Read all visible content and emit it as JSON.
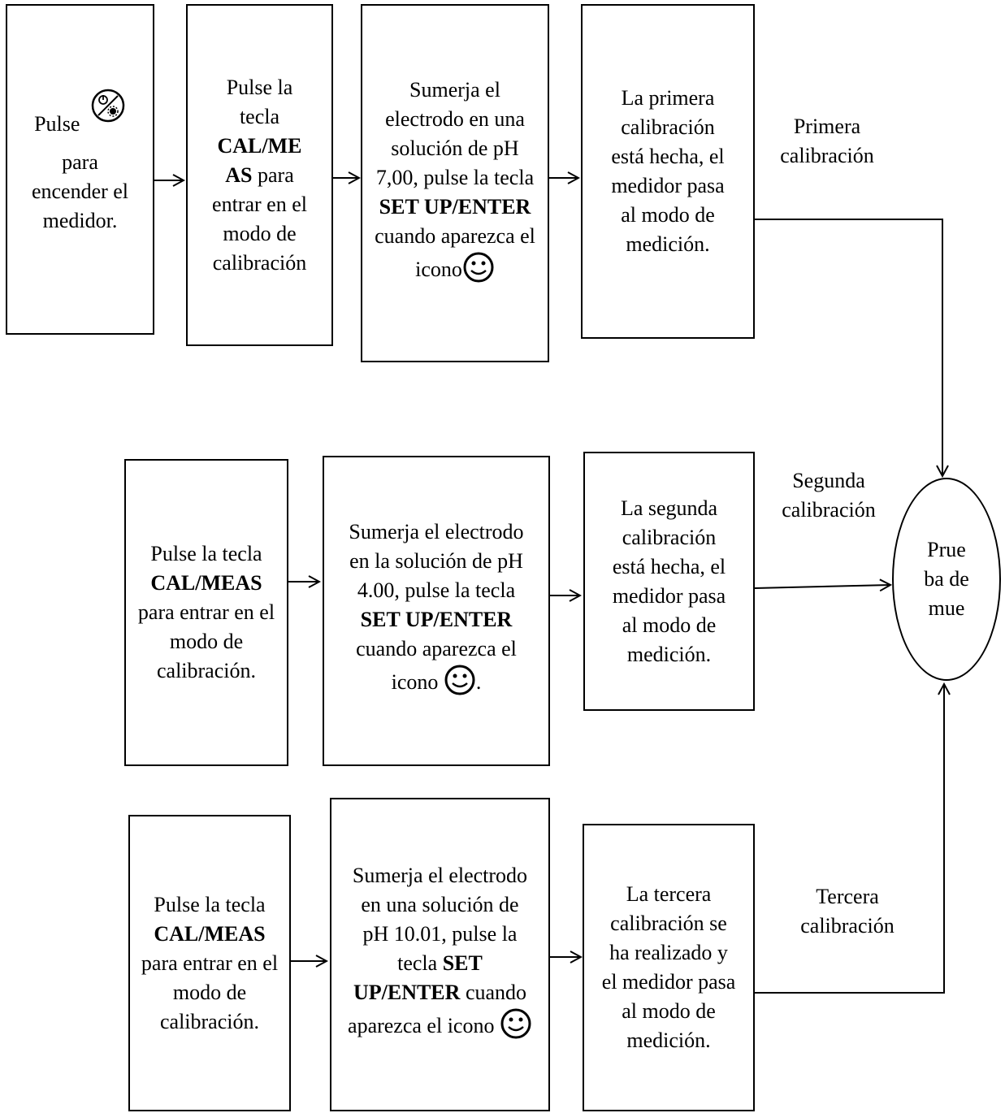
{
  "row1": {
    "box1": {
      "pre": "Pulse",
      "icon": "power-settings-icon",
      "post": "para encender el medidor."
    },
    "box2": {
      "a": "Pulse la tecla ",
      "b": "CAL/ME AS",
      "c": " para entrar en el modo de calibración"
    },
    "box3": {
      "a": "Sumerja el electrodo en una solución de pH 7,00, pulse la tecla ",
      "b": "SET UP/ENTER",
      "c": " cuando aparezca el icono",
      "icon": "smiley-icon"
    },
    "box4": {
      "text": "La primera calibración está hecha, el medidor pasa al modo de medición."
    },
    "label": "Primera calibración"
  },
  "row2": {
    "box1": {
      "a": "Pulse la tecla ",
      "b": "CAL/MEAS",
      "c": " para entrar en el modo de calibración."
    },
    "box2": {
      "a": "Sumerja el electrodo en la solución de pH 4.00, pulse la tecla ",
      "b": "SET UP/ENTER",
      "c": " cuando aparezca el icono ",
      "icon": "smiley-icon",
      "d": "."
    },
    "box3": {
      "text": "La segunda calibración está hecha, el medidor pasa al modo de medición."
    },
    "label": "Segunda calibración"
  },
  "row3": {
    "box1": {
      "a": "Pulse la tecla ",
      "b": "CAL/MEAS",
      "c": " para entrar en el modo de calibración."
    },
    "box2": {
      "a": "Sumerja el electrodo en una solución de pH 10.01, pulse la tecla ",
      "b": "SET UP/ENTER",
      "c": " cuando aparezca el icono ",
      "icon": "smiley-icon"
    },
    "box3": {
      "text": "La tercera calibración se ha realizado y el medidor pasa al modo de medición."
    },
    "label": "Tercera calibración"
  },
  "oval": {
    "text": "Prue ba de mue"
  }
}
